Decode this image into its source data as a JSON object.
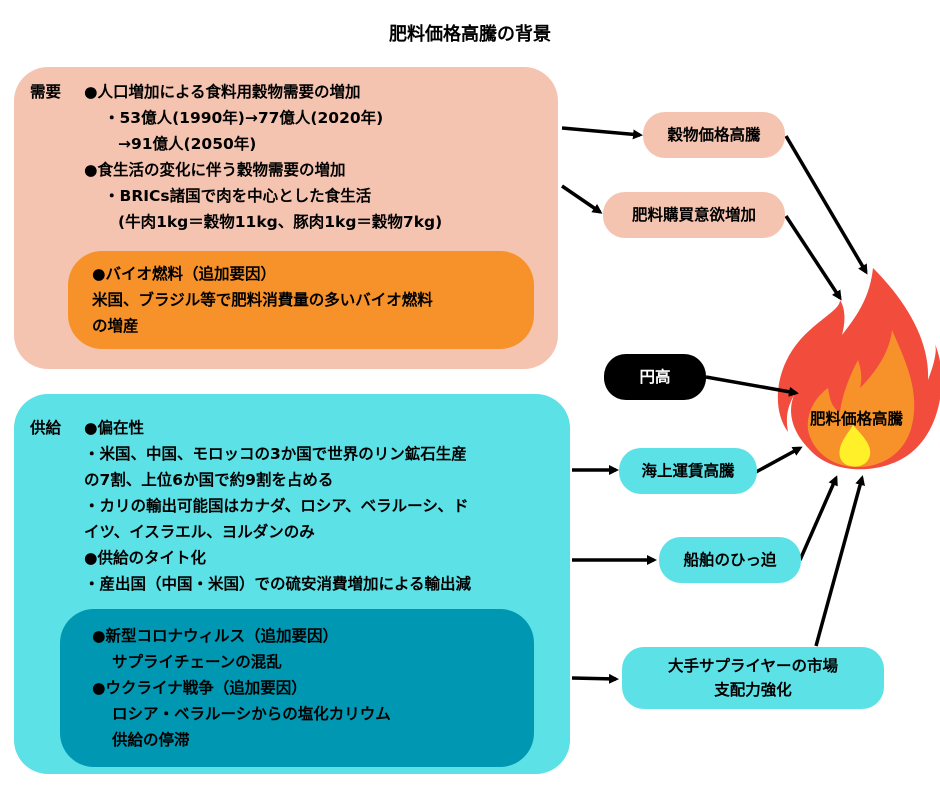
{
  "title": "肥料価格高騰の背景",
  "demand": {
    "label": "需要",
    "lines": [
      "●人口増加による食料用穀物需要の増加",
      "・53億人(1990年)→77億人(2020年)",
      "→91億人(2050年)",
      "●食生活の変化に伴う穀物需要の増加",
      "・BRICs諸国で肉を中心とした食生活",
      "(牛肉1kg＝穀物11kg、豚肉1kg＝穀物7kg)"
    ],
    "additional": [
      "●バイオ燃料（追加要因）",
      "米国、ブラジル等で肥料消費量の多いバイオ燃料",
      "の増産"
    ]
  },
  "supply": {
    "label": "供給",
    "lines": [
      "●偏在性",
      "・米国、中国、モロッコの3か国で世界のリン鉱石生産",
      "の7割、上位6か国で約9割を占める",
      "・カリの輸出可能国はカナダ、ロシア、ベラルーシ、ド",
      "イツ、イスラエル、ヨルダンのみ",
      "●供給のタイト化",
      "・産出国（中国・米国）での硫安消費増加による輸出減"
    ],
    "additional": [
      "●新型コロナウィルス（追加要因）",
      "サプライチェーンの混乱",
      "●ウクライナ戦争（追加要因）",
      "ロシア・ベラルーシからの塩化カリウム",
      "供給の停滞"
    ]
  },
  "nodes": {
    "grain_price": "穀物価格高騰",
    "fertilizer_demand": "肥料購買意欲増加",
    "yen": "円高",
    "freight": "海上運賃高騰",
    "ship_shortage": "船舶のひっ迫",
    "supplier_line1": "大手サプライヤーの市場",
    "supplier_line2": "支配力強化",
    "center": "肥料価格高騰"
  },
  "colors": {
    "demand_bg": "#f5c4b0",
    "demand_sub": "#f7922a",
    "supply_bg": "#5ce1e6",
    "supply_sub": "#0097b2",
    "flame_outer": "#f24c3d",
    "flame_mid": "#f7922a",
    "flame_inner": "#fff02a"
  }
}
